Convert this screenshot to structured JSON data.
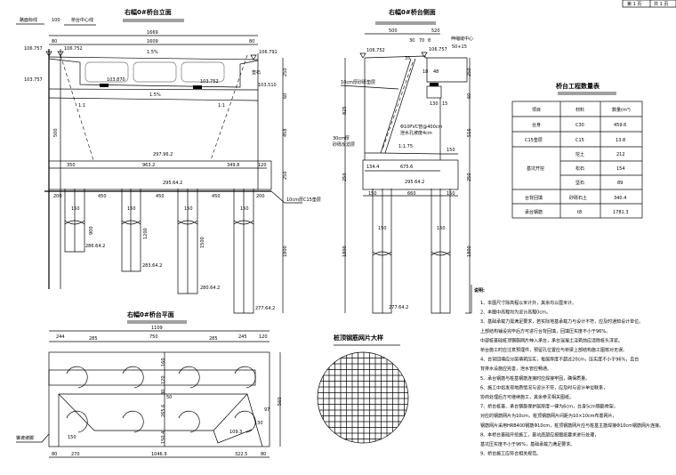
{
  "titlebox": {
    "sheet": "第 1 页",
    "total": "共 1 页"
  },
  "front": {
    "title": "右幅0#桥台立面",
    "label_left": "路面标线",
    "label_mid": "桥台中心线",
    "dim_100": "100",
    "dim_total": "1669",
    "dim_inner": "1609",
    "dim_80a": "80",
    "dim_80b": "80",
    "elev_left": "106.757",
    "elev_left2": "106.752",
    "elev_right": "106.791",
    "elev_mid_left": "103.757",
    "bearing_left": "103.870",
    "bearing_right": "103.752",
    "elev_right2": "103.510",
    "label_right": "垫石",
    "slope_top": "1.5%",
    "slope_cap": "1.5%",
    "slope_side_l": "1:1",
    "slope_side_r": "1:1",
    "dim_body": "500",
    "elev_base": "297.96.2",
    "foot_dims": [
      "350",
      "963.2",
      "349.8",
      "120"
    ],
    "elev_foot": "295.64.2",
    "pile_dims": [
      "200",
      "450",
      "450",
      "450",
      "200"
    ],
    "pile_dia": "150",
    "pile_len": [
      "900",
      "1200",
      "1500",
      "1800"
    ],
    "pile_elev": [
      "286.64.2",
      "283.64.2",
      "280.64.2",
      "277.64.2"
    ],
    "right_dims": [
      "250",
      "60",
      "458",
      "250",
      "1800"
    ],
    "label_cushion": "10cm厚C15垫层"
  },
  "side": {
    "title": "右幅0#桥台侧面",
    "dims_top": [
      "500",
      "520"
    ],
    "dims_small": [
      "30",
      "70",
      "8"
    ],
    "label_expansion": "伸缩缝中心",
    "label_exp_dim": "50+15",
    "elev_left": "106.752",
    "elev_right": "106.757",
    "dim_35": "35",
    "dims_vert": [
      "18",
      "48"
    ],
    "label_drain": "10cm厚砂砾垫层",
    "dim_bearing": "130",
    "dim_15": "15",
    "label_pipe": "Φ10PVC管@400cm",
    "label_pipe2": "泄水孔坡度4cm",
    "slope": "1:1.75",
    "dim_150": "150",
    "label_left": "30cm厚",
    "label_left2": "砂砾反滤层",
    "dims_foot": [
      "134.4",
      "675.6"
    ],
    "elev_foot": "295.64.2",
    "pile_dims": [
      "150",
      "660",
      "150"
    ],
    "pile_dia": "150",
    "dim_height": "825",
    "dims_right": [
      "250",
      "60",
      "516",
      "250"
    ],
    "dim_foot": "250",
    "pile_len": [
      "1800",
      "1800"
    ],
    "pile_elev": "277.64.2"
  },
  "plan": {
    "title": "右幅0#桥台平面",
    "dim_total": "1109",
    "dims_top": [
      "244",
      "285",
      "750",
      "285",
      "245",
      "120"
    ],
    "dims_inner": [
      "160",
      "120",
      "30",
      "50",
      "265.6",
      "150.4"
    ],
    "dim_right": "560",
    "dims_diag": [
      "97",
      "130",
      "109.3"
    ],
    "dim_150": "150",
    "label_left": "锥坡坡脚",
    "dims_bottom": [
      "80",
      "270",
      "1046.9",
      "322.5",
      "80"
    ]
  },
  "table": {
    "title": "桥台工程数量表",
    "headers": [
      "项目",
      "材料",
      "数量(m³)"
    ],
    "rows": [
      {
        "item": "台身",
        "material": "C30",
        "qty": "459.6"
      },
      {
        "item": "C15垫层",
        "material": "C15",
        "qty": "13.8"
      },
      {
        "item": "基坑开挖",
        "material": "挖土",
        "qty": "212"
      },
      {
        "item": "",
        "material": "松石",
        "qty": "154"
      },
      {
        "item": "",
        "material": "坚石",
        "qty": "89"
      },
      {
        "item": "台背回填",
        "material": "砂砾石土",
        "qty": "340.4"
      },
      {
        "item": "承台钢筋",
        "material": "t8",
        "qty": "1781.3"
      }
    ]
  },
  "mesh": {
    "title": "桩顶钢筋网片大样"
  },
  "notes": {
    "title": "说明:",
    "lines": [
      "1、本图尺寸除高程以米计外，其余均以厘米计。",
      "2、本图中高程均为设计高程0cm。",
      "3、基础承载力需满足要求，若实际地基承载力与设计不符，应及时通知设计单位。",
      "   上部结构铺设完毕后方可进行台背回填，回填压实度不小于96%。",
      "   中部桩基础桩顶钢筋网片伸入承台，承台混凝土浇筑前应清除桩头浮浆。",
      "   桥台施工时应注意预埋件，预留孔位置应与桥梁上部结构施工图核对无误。",
      "4、台背回填应分层填筑压实，每层厚度不超过20cm，压实度不小于96%，且台",
      "   背排水设施应完善，泄水管应畅通。",
      "5、承台钢筋与桩基钢筋连接时应焊接牢固，确保质量。",
      "6、施工中如发现地质情况与设计不符，应及时与设计单位联系，",
      "   协商处理后方可继续施工，其余参见相关图纸。",
      "7、桥台桩基、承台钢筋保护层厚度一律为6cm，台身5cm钢筋骨架，",
      "   对应的钢筋网片为10cm，桩顶钢筋网片间距为10×10cm布置网片，",
      "   钢筋网片采用HRB400钢筋Φ10cm，桩顶钢筋网片应与桩基主筋焊接Φ10cm钢筋网片连接。",
      "8、本桥台基础开挖施工，基坑底部应按图纸要求进行处理，",
      "   基坑压实度不小于96%，基础承载力满足要求。",
      "9、桥台施工应符合相关规范。"
    ]
  }
}
